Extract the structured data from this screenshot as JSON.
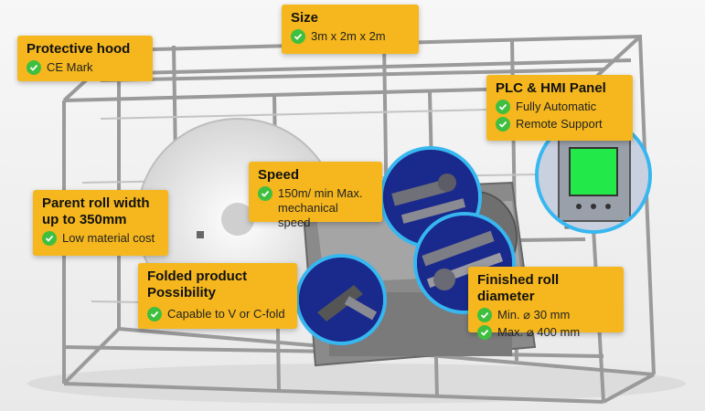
{
  "callouts": {
    "size": {
      "title": "Size",
      "lines": [
        "3m x 2m x 2m"
      ]
    },
    "hood": {
      "title": "Protective hood",
      "lines": [
        "CE Mark"
      ]
    },
    "plc": {
      "title": "PLC & HMI Panel",
      "lines": [
        "Fully Automatic",
        "Remote Support"
      ]
    },
    "speed": {
      "title": "Speed",
      "lines": [
        "150m/ min Max.",
        "mechanical speed"
      ]
    },
    "parent": {
      "title_lines": [
        "Parent roll width",
        "up to 350mm"
      ],
      "lines": [
        "Low material cost"
      ]
    },
    "folded": {
      "title_lines": [
        "Folded product",
        "Possibility"
      ],
      "lines": [
        "Capable to V or C-fold"
      ]
    },
    "finished": {
      "title": "Finished roll diameter",
      "lines": [
        "Min. ⌀ 30 mm",
        "Max. ⌀ 400 mm"
      ]
    }
  },
  "colors": {
    "callout_bg": "#f5b71d",
    "check_green": "#3fbf3f",
    "lens_border": "#37b7f0",
    "machine_blue": "#1a2a8c",
    "hmi_screen": "#22e84a"
  },
  "icons": [
    "check-circle-icon"
  ]
}
